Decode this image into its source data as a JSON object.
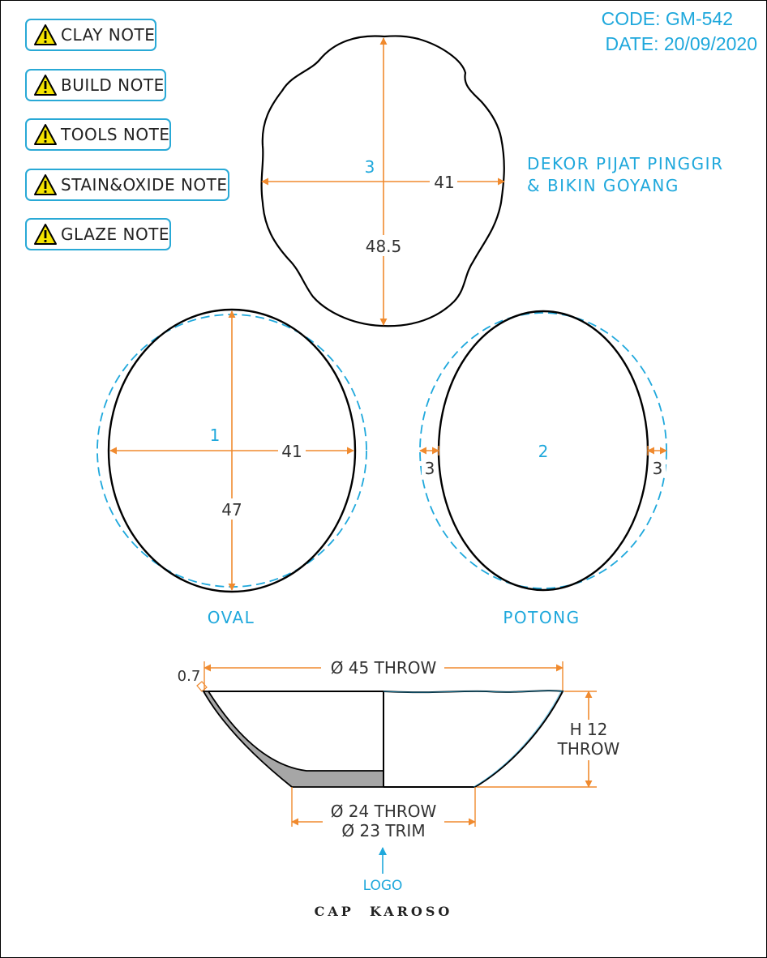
{
  "notes": [
    {
      "label": "CLAY NOTE",
      "icon": "warning-icon"
    },
    {
      "label": "BUILD NOTE",
      "icon": "warning-icon"
    },
    {
      "label": "TOOLS NOTE",
      "icon": "warning-icon"
    },
    {
      "label": "STAIN&OXIDE NOTE",
      "icon": "warning-icon"
    },
    {
      "label": "GLAZE NOTE",
      "icon": "warning-icon"
    }
  ],
  "header": {
    "code": "CODE: GM-542",
    "date": "DATE: 20/09/2020"
  },
  "shape3": {
    "number": "3",
    "width": "41",
    "length": "48.5",
    "decor_line1": "DEKOR PIJAT PINGGIR",
    "decor_line2": "& BIKIN GOYANG"
  },
  "shape1": {
    "number": "1",
    "width": "41",
    "length": "47",
    "caption": "OVAL"
  },
  "shape2": {
    "number": "2",
    "left_trim": "3",
    "right_trim": "3",
    "caption": "POTONG"
  },
  "profile": {
    "rim_thickness": "0.7",
    "diameter": "Ø 45 THROW",
    "height_line1": "H 12",
    "height_line2": "THROW",
    "base_throw": "Ø 24 THROW",
    "base_trim": "Ø 23 TRIM",
    "logo_label": "LOGO",
    "stamp": "CAP  KAROSO"
  },
  "colors": {
    "accent_blue": "#1fa8dc",
    "dimension_orange": "#f08a2e",
    "outline": "#000000",
    "wall_fill": "#a6a6a6",
    "warning_yellow": "#f5e400"
  }
}
